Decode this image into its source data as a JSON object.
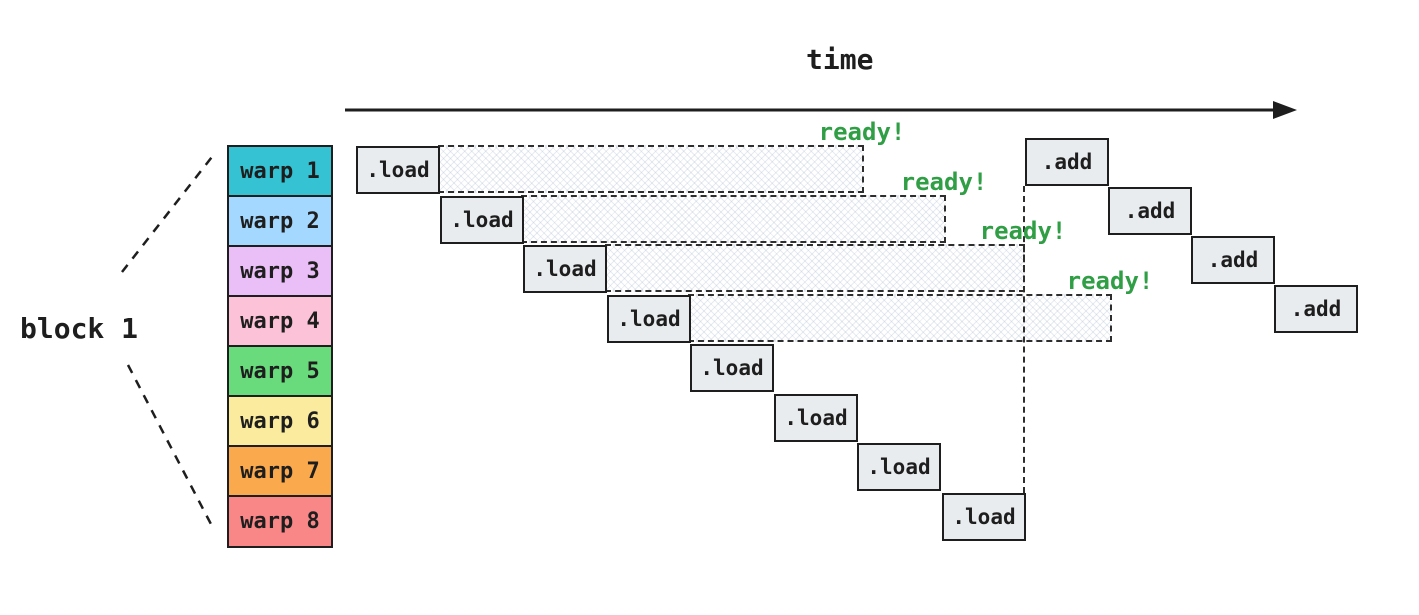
{
  "timeline": {
    "label": "time"
  },
  "block": {
    "label": "block 1"
  },
  "warps": [
    {
      "label": "warp 1",
      "color": "#35c3d3"
    },
    {
      "label": "warp 2",
      "color": "#a5d8ff"
    },
    {
      "label": "warp 3",
      "color": "#eabef7"
    },
    {
      "label": "warp 4",
      "color": "#fcc2d7"
    },
    {
      "label": "warp 5",
      "color": "#69db7c"
    },
    {
      "label": "warp 6",
      "color": "#fbeb9e"
    },
    {
      "label": "warp 7",
      "color": "#faa94d"
    },
    {
      "label": "warp 8",
      "color": "#f98787"
    }
  ],
  "loads": [
    ".load",
    ".load",
    ".load",
    ".load",
    ".load",
    ".load",
    ".load",
    ".load"
  ],
  "ready_labels": [
    "ready!",
    "ready!",
    "ready!",
    "ready!"
  ],
  "adds": [
    ".add",
    ".add",
    ".add",
    ".add"
  ],
  "colors": {
    "ready_green": "#2f9e44",
    "op_box_fill": "#e9ecef",
    "stroke": "#1e1e1e"
  }
}
